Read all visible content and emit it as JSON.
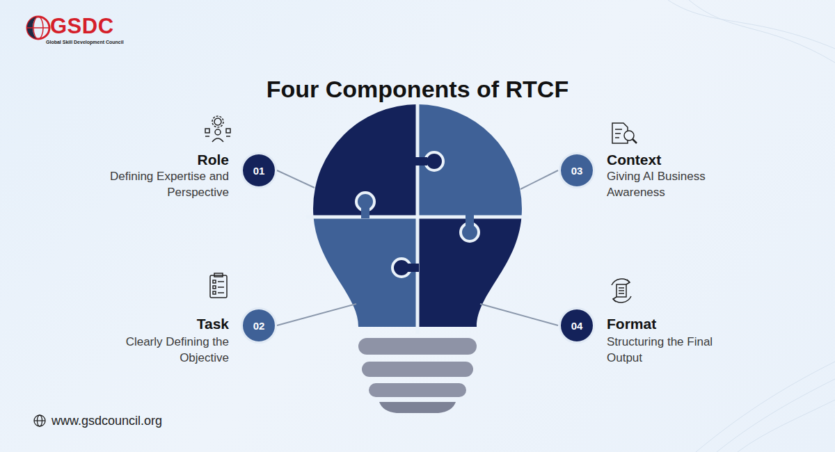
{
  "diagram": {
    "title": "Four Components of RTCF",
    "nodes": [
      {
        "text": [
          "Role",
          "Defining Expertise and Perspective",
          "01"
        ]
      },
      {
        "text": [
          "Task",
          "Clearly Defining the Objective",
          "02"
        ]
      },
      {
        "text": [
          "Context",
          "Giving AI Business Awareness",
          "03"
        ]
      },
      {
        "text": [
          "Format",
          "Structuring the Final Output",
          "04"
        ]
      }
    ],
    "labels": [
      "GSDC",
      "Global Skill Development Council",
      "www.gsdcouncil.org"
    ]
  }
}
